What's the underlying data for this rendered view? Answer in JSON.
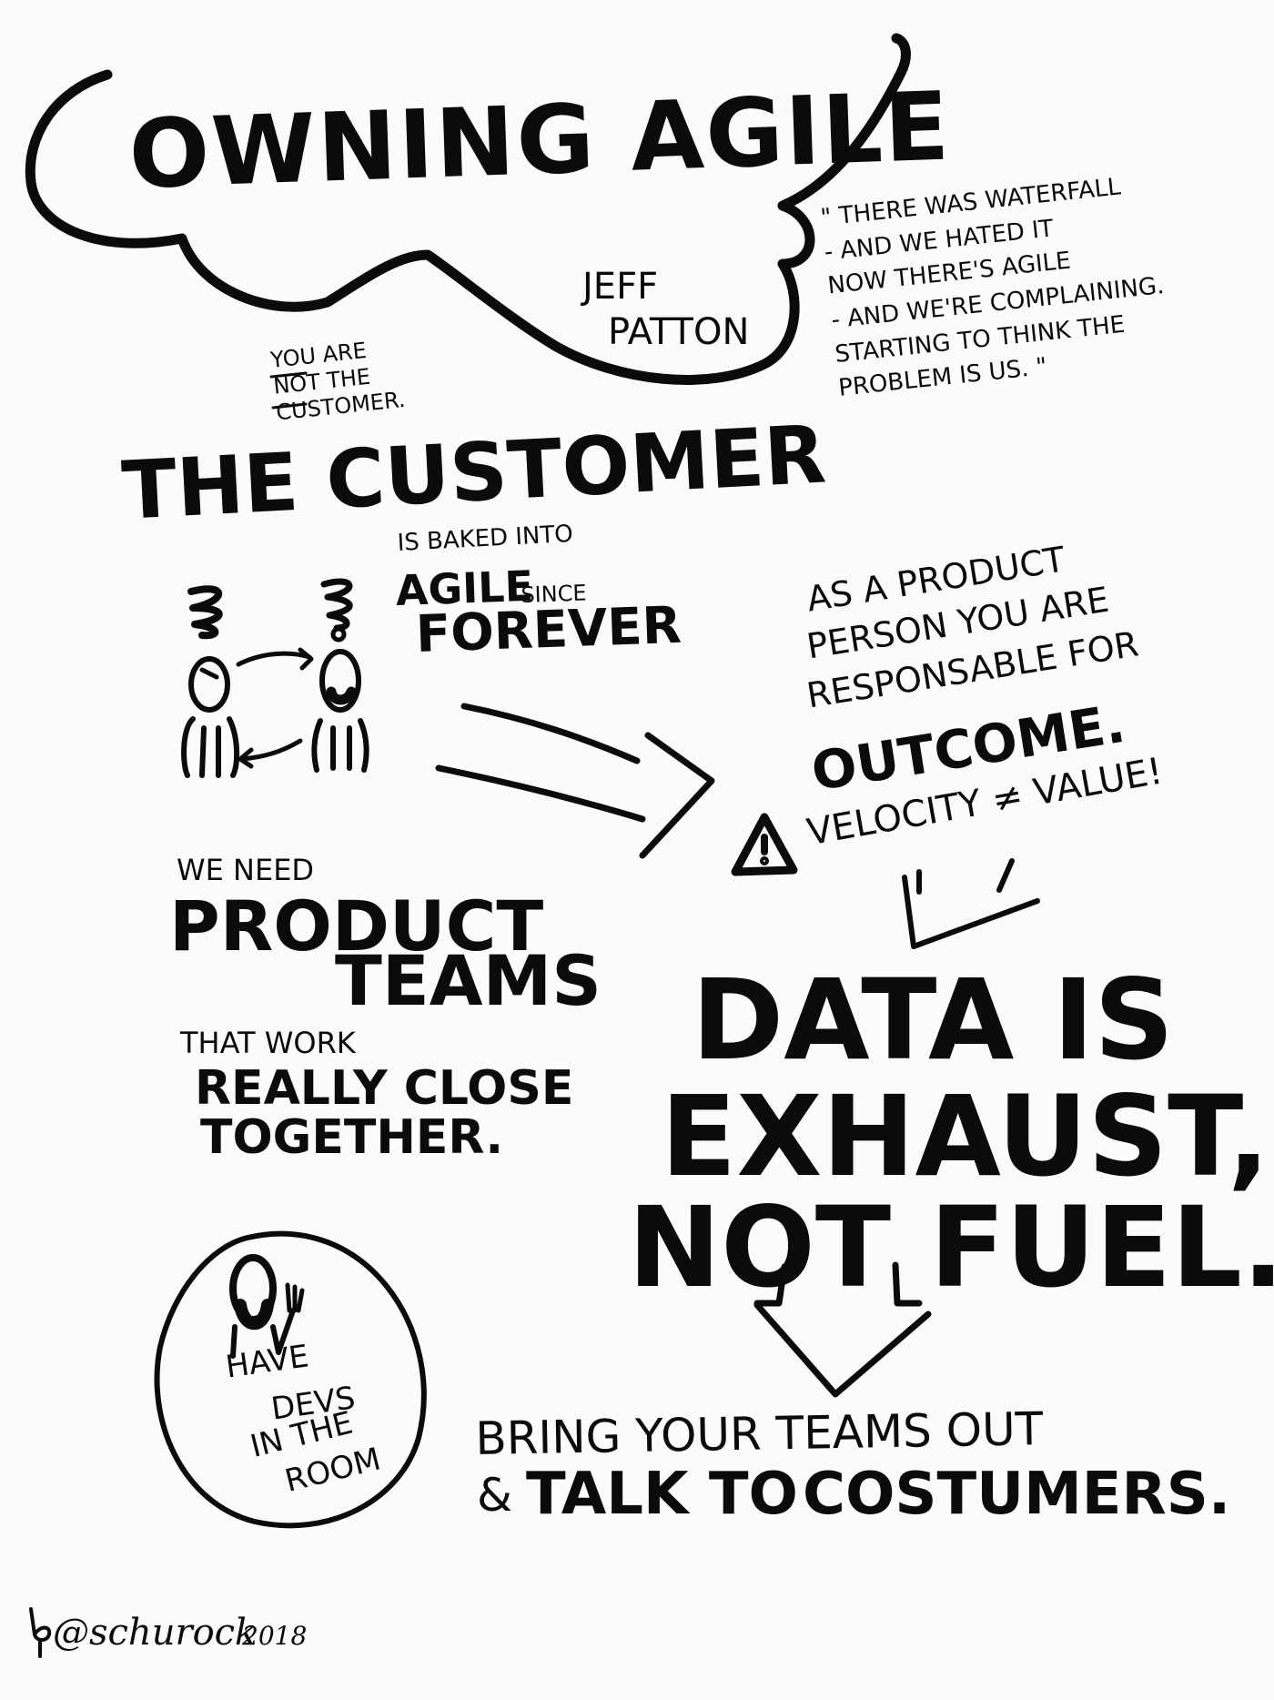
{
  "title": "Owning Agile",
  "author": {
    "line1": "Jeff",
    "line2": "Patton"
  },
  "quote": {
    "lines": [
      "\" There was waterfall",
      "- and we hated it",
      "now there's agile",
      "- and we're complaining.",
      "starting to think the",
      "problem is us. \""
    ]
  },
  "not_customer": {
    "line1": "You are",
    "line2": "not the",
    "line3": "customer."
  },
  "customer": {
    "heading": "The Customer",
    "small": "is baked into",
    "agile": "Agile",
    "since": "since",
    "forever": "forever"
  },
  "product_person": {
    "line1": "As a product",
    "line2": "person you are",
    "line3": "responsable for",
    "outcome": "outcome.",
    "velocity": "Velocity ≠ Value!"
  },
  "teams": {
    "small": "We need",
    "product": "Product",
    "teams": "Teams",
    "work_small": "that work",
    "line1": "really close",
    "line2": "together."
  },
  "data": {
    "line1": "Data is",
    "line2": "exhaust,",
    "line3": "not fuel."
  },
  "bring": {
    "line1": "Bring your teams out",
    "amp": "&",
    "line2": "talk to",
    "line3": "costumers."
  },
  "devs": {
    "line1": "Have",
    "line2": "devs",
    "line3": "in the",
    "line4": "room"
  },
  "signature": {
    "handle": "@schurock",
    "year": "2018"
  },
  "icons": [
    "cloud-outline",
    "person-icon",
    "bearded-person-icon",
    "exchange-arrows-icon",
    "big-right-arrow-icon",
    "warning-icon",
    "down-arrow-icon",
    "circle-outline",
    "signature-mark-icon"
  ],
  "colors": {
    "ink": "#0b0b0b",
    "paper": "#fbfbfb"
  }
}
